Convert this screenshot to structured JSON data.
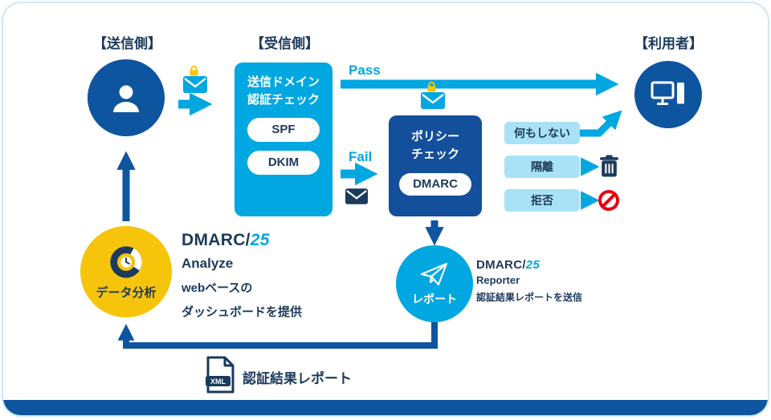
{
  "colors": {
    "dark_blue": "#0e55a0",
    "cyan": "#00a7e0",
    "light_cyan": "#a9e2f6",
    "yellow": "#f6c50b",
    "navy_text": "#1b3a5c",
    "red": "#e60012"
  },
  "headings": {
    "sender": "【送信側】",
    "receiver": "【受信側】",
    "user": "【利用者】"
  },
  "auth_box": {
    "title": "送信ドメイン認証チェック",
    "items": [
      "SPF",
      "DKIM"
    ]
  },
  "policy_box": {
    "title": "ポリシーチェック",
    "item": "DMARC"
  },
  "flow": {
    "pass_label": "Pass",
    "fail_label": "Fail",
    "actions": [
      "何もしない",
      "隔離",
      "拒否"
    ]
  },
  "brand": {
    "name": "DMARC/",
    "suffix": "25"
  },
  "analyze": {
    "circle_label": "データ分析",
    "product": "Analyze",
    "description_line1": "webベースの",
    "description_line2": "ダッシュボードを提供"
  },
  "reporter": {
    "circle_label": "レポート",
    "product": "Reporter",
    "description": "認証結果レポートを送信"
  },
  "xml_report": {
    "icon_label": "XML",
    "label": "認証結果レポート"
  }
}
